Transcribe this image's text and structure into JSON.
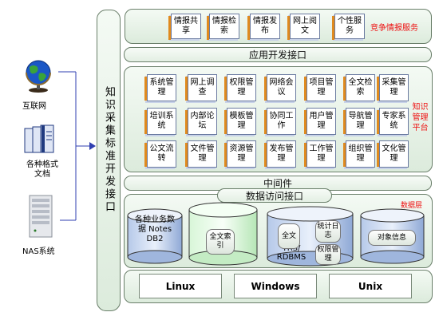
{
  "left": {
    "internet_label": "互联网",
    "documents_label": "各种格式文档",
    "nas_label": "NAS系统"
  },
  "sdk_column": "知识采集标准开发接口",
  "top_services": {
    "items": [
      "情报共享",
      "情报检索",
      "情报发布",
      "网上阅文",
      "个性服务"
    ],
    "title": "竞争情报服务"
  },
  "app_api": "应用开发接口",
  "km_platform": {
    "title": "知识管理平台",
    "rows": [
      [
        "系统管理",
        "网上调查",
        "权限管理",
        "网络会议",
        "项目管理",
        "全文检索",
        "采集管理"
      ],
      [
        "培训系统",
        "内部论坛",
        "模板管理",
        "协同工作",
        "用户管理",
        "导航管理",
        "专家系统"
      ],
      [
        "公文流转",
        "文件管理",
        "资源管理",
        "发布管理",
        "工作管理",
        "组织管理",
        "文化管理"
      ]
    ]
  },
  "middleware": "中间件",
  "data_access": "数据访问接口",
  "data_layer": {
    "title": "数据层",
    "business_db": "各种业务数据 Notes DB2",
    "fulltext_index": "全文索引",
    "trs_rdbms": "TRS/ RDBMS",
    "fulltext": "全文",
    "stats_log": "统计日志",
    "perm_mgmt": "权限管理",
    "object_info": "对象信息"
  },
  "os": [
    "Linux",
    "Windows",
    "Unix"
  ]
}
